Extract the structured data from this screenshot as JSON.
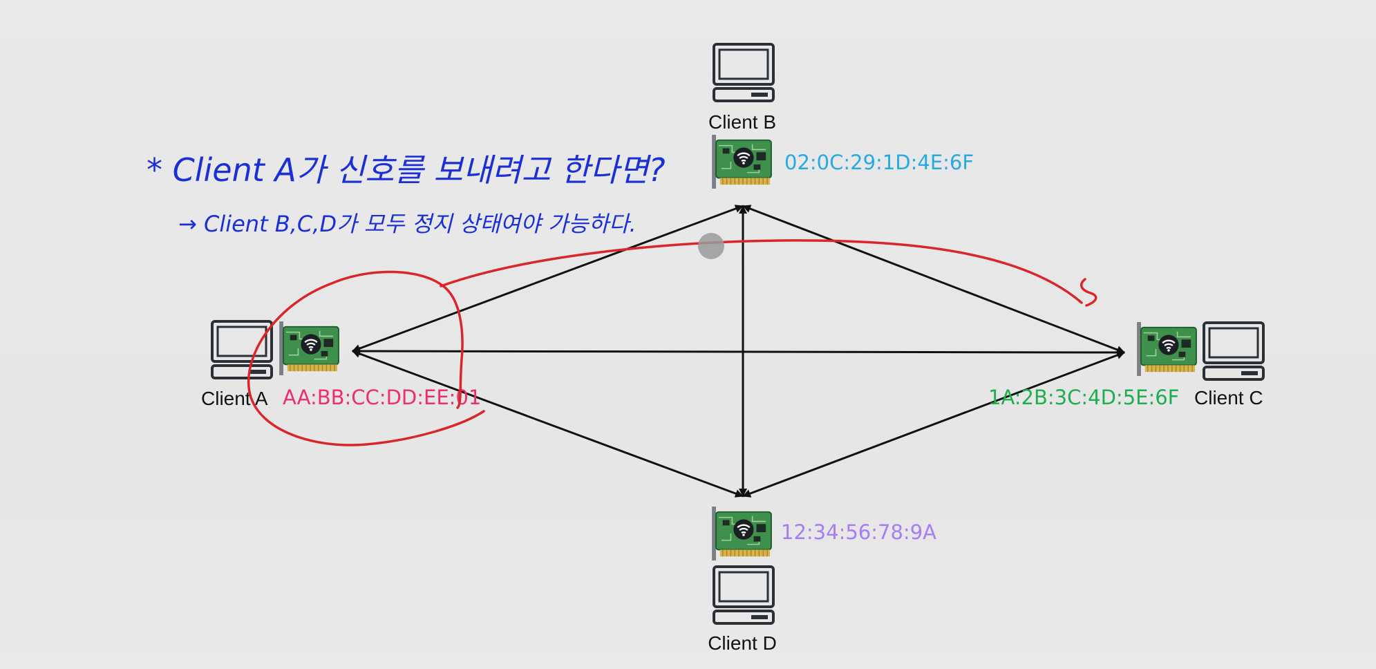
{
  "colors": {
    "edge": "#111111",
    "annotation_red": "#d9262b",
    "annotation_blue": "#1b2fd6",
    "mac_a": "#ee2d6b",
    "mac_b": "#27a9e1",
    "mac_c": "#1fae4f",
    "mac_d": "#a57ef2",
    "pcb_green": "#3a8a4a",
    "pcb_dark": "#1f5c2e",
    "gold": "#d8b24a",
    "computer_stroke": "#2b2f36"
  },
  "nodes": {
    "a": {
      "name": "Client A",
      "mac": "AA:BB:CC:DD:EE:01"
    },
    "b": {
      "name": "Client B",
      "mac": "02:0C:29:1D:4E:6F"
    },
    "c": {
      "name": "Client C",
      "mac": "1A:2B:3C:4D:5E:6F"
    },
    "d": {
      "name": "Client D",
      "mac": "12:34:56:78:9A"
    }
  },
  "edges": [
    {
      "from": "Client A",
      "to": "Client B"
    },
    {
      "from": "Client A",
      "to": "Client C"
    },
    {
      "from": "Client A",
      "to": "Client D"
    },
    {
      "from": "Client B",
      "to": "Client C"
    },
    {
      "from": "Client B",
      "to": "Client D"
    },
    {
      "from": "Client C",
      "to": "Client D"
    }
  ],
  "annotation": {
    "line1": "* Client A가 신호를 보내려고 한다면?",
    "line2": "→ Client B,C,D가 모두 정지 상태여야 가능하다."
  },
  "icons": {
    "computer": "computer-icon",
    "network_card": "network-card-icon",
    "arrow": "arrowhead-icon"
  }
}
